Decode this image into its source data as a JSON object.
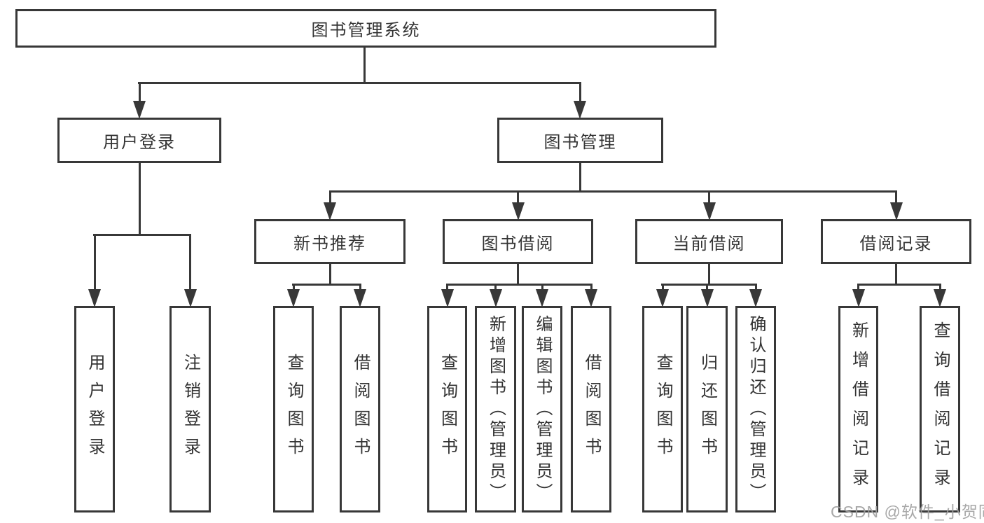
{
  "tree": {
    "label": "图书管理系统",
    "children": [
      {
        "label": "用户登录",
        "children": [
          {
            "label": "用户登录"
          },
          {
            "label": "注销登录"
          }
        ]
      },
      {
        "label": "图书管理",
        "children": [
          {
            "label": "新书推荐",
            "children": [
              {
                "label": "查询图书"
              },
              {
                "label": "借阅图书"
              }
            ]
          },
          {
            "label": "图书借阅",
            "children": [
              {
                "label": "查询图书"
              },
              {
                "label": "新增图书（管理员）"
              },
              {
                "label": "编辑图书（管理员）"
              },
              {
                "label": "借阅图书"
              }
            ]
          },
          {
            "label": "当前借阅",
            "children": [
              {
                "label": "查询图书"
              },
              {
                "label": "归还图书"
              },
              {
                "label": "确认归还（管理员）"
              }
            ]
          },
          {
            "label": "借阅记录",
            "children": [
              {
                "label": "新增借阅记录"
              },
              {
                "label": "查询借阅记录"
              }
            ]
          }
        ]
      }
    ]
  },
  "watermark": {
    "text": "CSDN @软件_小贺同学"
  },
  "colors": {
    "line": "#383838",
    "text": "#333333",
    "background": "#ffffff",
    "watermark": "#9e9e9e"
  }
}
